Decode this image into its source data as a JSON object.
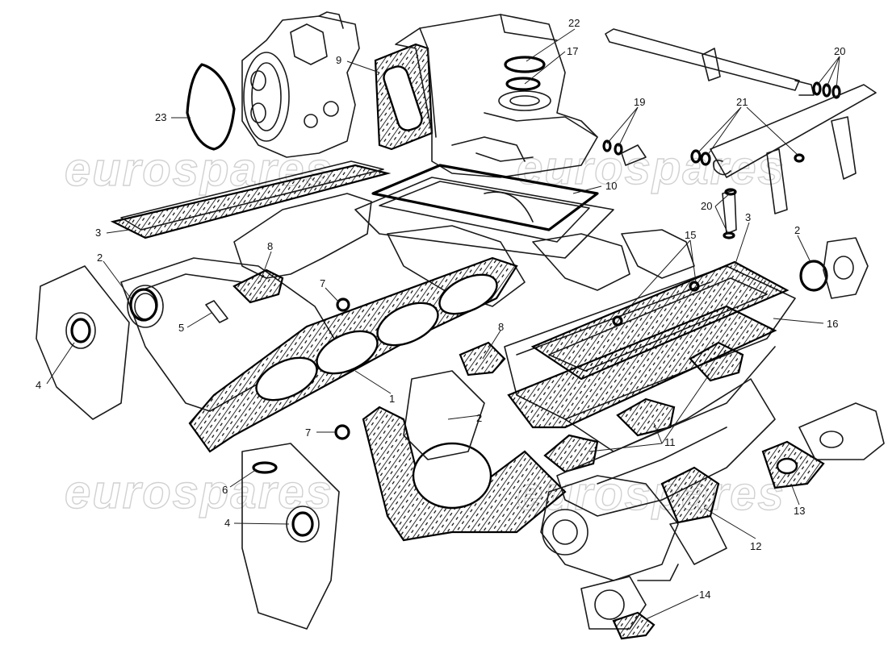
{
  "watermark": {
    "text": "eurospares"
  },
  "callouts": [
    {
      "id": "c22",
      "label": "22"
    },
    {
      "id": "c17",
      "label": "17"
    },
    {
      "id": "c9",
      "label": "9"
    },
    {
      "id": "c20a",
      "label": "20"
    },
    {
      "id": "c19",
      "label": "19"
    },
    {
      "id": "c21",
      "label": "21"
    },
    {
      "id": "c23",
      "label": "23"
    },
    {
      "id": "c10",
      "label": "10"
    },
    {
      "id": "c20b",
      "label": "20"
    },
    {
      "id": "c3a",
      "label": "3"
    },
    {
      "id": "c3b",
      "label": "3"
    },
    {
      "id": "c2a",
      "label": "2"
    },
    {
      "id": "c8a",
      "label": "8"
    },
    {
      "id": "c15",
      "label": "15"
    },
    {
      "id": "c2b",
      "label": "2"
    },
    {
      "id": "c7a",
      "label": "7"
    },
    {
      "id": "c16",
      "label": "16"
    },
    {
      "id": "c5",
      "label": "5"
    },
    {
      "id": "c8b",
      "label": "8"
    },
    {
      "id": "c4a",
      "label": "4"
    },
    {
      "id": "c1",
      "label": "1"
    },
    {
      "id": "c2c",
      "label": "2"
    },
    {
      "id": "c7b",
      "label": "7"
    },
    {
      "id": "c11",
      "label": "11"
    },
    {
      "id": "c6",
      "label": "6"
    },
    {
      "id": "c4b",
      "label": "4"
    },
    {
      "id": "c13",
      "label": "13"
    },
    {
      "id": "c12",
      "label": "12"
    },
    {
      "id": "c14",
      "label": "14"
    }
  ]
}
